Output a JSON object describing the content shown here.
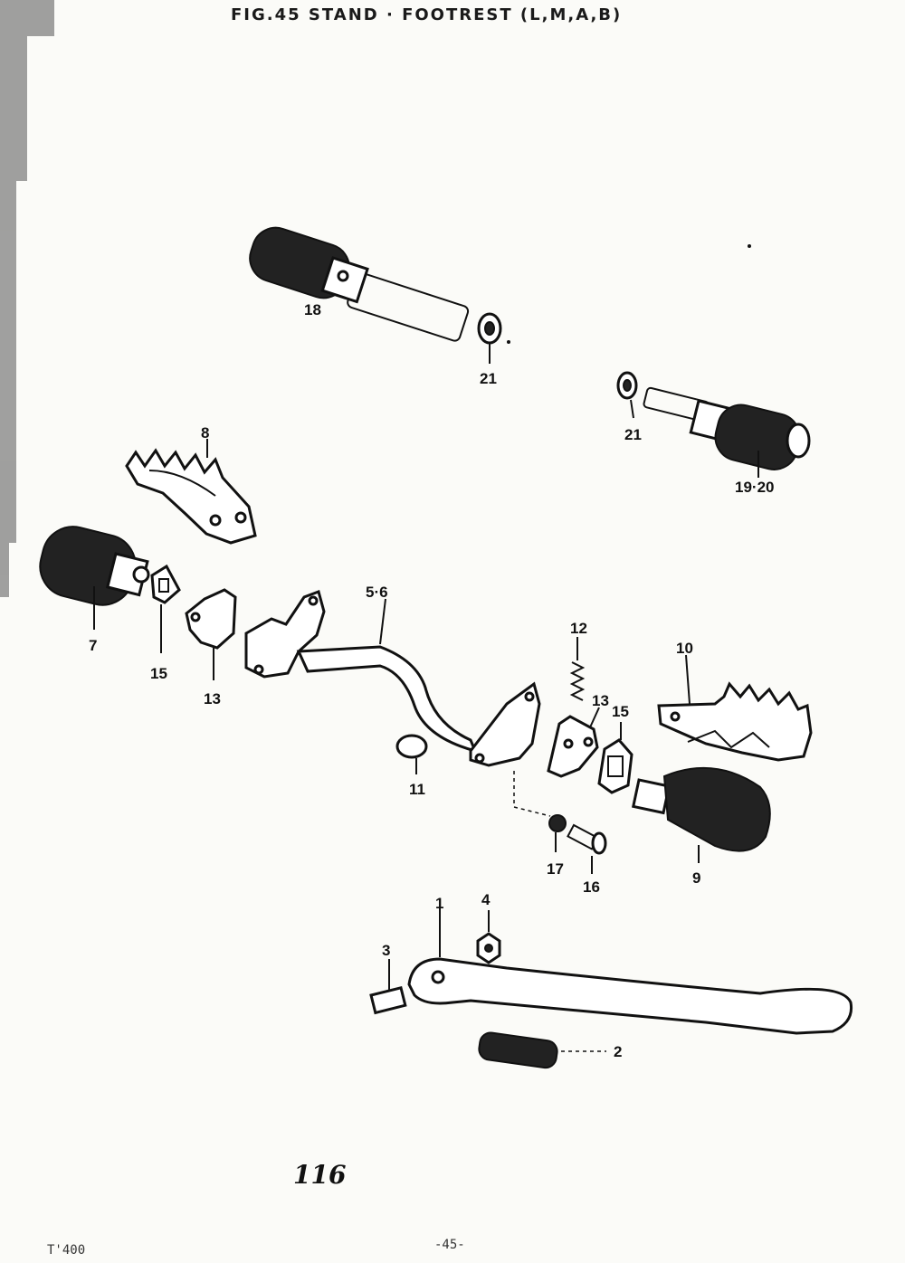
{
  "title": "FIG.45  STAND · FOOTREST (L,M,A,B)",
  "page_number": "116",
  "footer_left": "T'400",
  "footer_center": "-45-",
  "callouts": {
    "c18": "18",
    "c21a": "21",
    "c21b": "21",
    "c19_20": "19·20",
    "c8": "8",
    "c7": "7",
    "c15a": "15",
    "c13a": "13",
    "c5_6": "5·6",
    "c12": "12",
    "c13b": "13",
    "c15b": "15",
    "c10": "10",
    "c11": "11",
    "c17": "17",
    "c16": "16",
    "c9": "9",
    "c1": "1",
    "c4": "4",
    "c3": "3",
    "c2": "2"
  }
}
